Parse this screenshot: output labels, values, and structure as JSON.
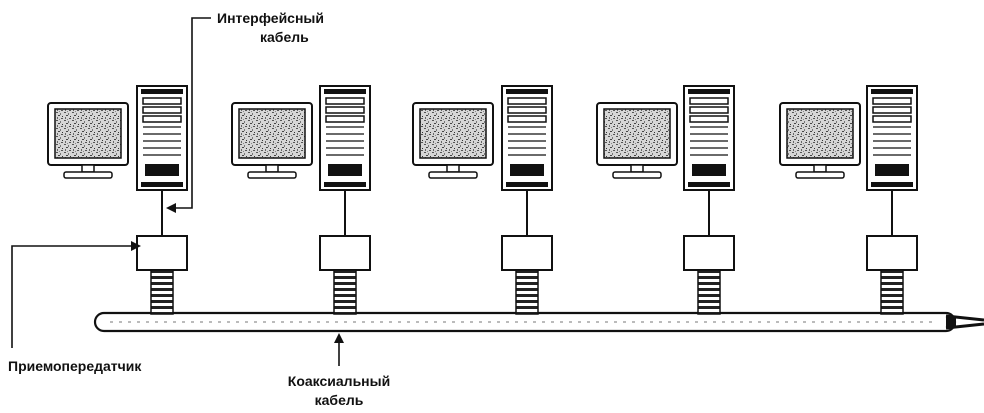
{
  "labels": {
    "interface_cable_line1": "Интерфейсный",
    "interface_cable_line2": "кабель",
    "transceiver": "Приемопередатчик",
    "coax_cable_line1": "Коаксиальный",
    "coax_cable_line2": "кабель"
  },
  "stations": [
    {
      "id": 1
    },
    {
      "id": 2
    },
    {
      "id": 3
    },
    {
      "id": 4
    },
    {
      "id": 5
    }
  ],
  "colors": {
    "ink": "#111111",
    "screen": "#bdbdbd",
    "paper": "#ffffff"
  }
}
